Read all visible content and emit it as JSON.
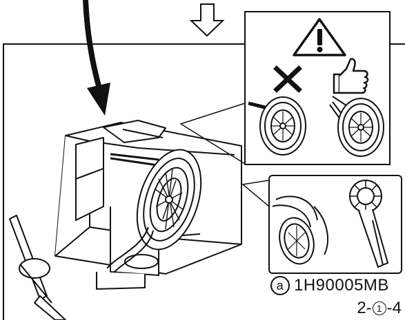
{
  "part_code": {
    "marker": "a",
    "code": "1H90005MB"
  },
  "step": {
    "prefix": "2-",
    "circled": "1",
    "suffix": "-4"
  },
  "icons": {
    "warning": "warning-triangle-icon",
    "wrong": "cross-mark-icon",
    "right": "thumbs-up-icon",
    "flow": "down-arrow-icon"
  },
  "colors": {
    "line": "#111111",
    "background": "#ffffff"
  }
}
